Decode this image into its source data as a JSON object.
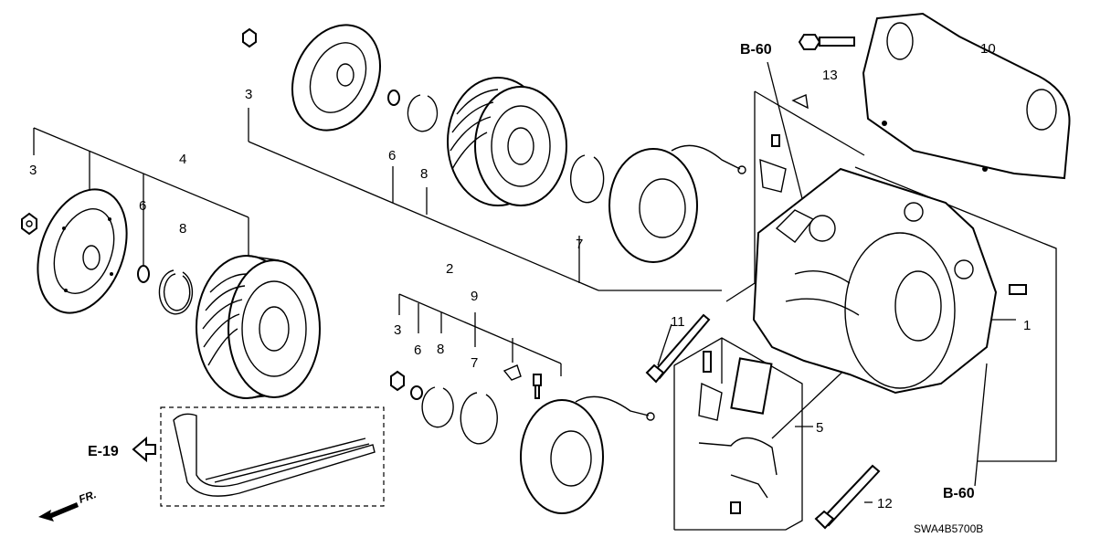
{
  "callouts": {
    "c1": "1",
    "c2": "2",
    "c3a": "3",
    "c3b": "3",
    "c3c": "3",
    "c4": "4",
    "c5": "5",
    "c6a": "6",
    "c6b": "6",
    "c6c": "6",
    "c7a": "7",
    "c7b": "7",
    "c8a": "8",
    "c8b": "8",
    "c8c": "8",
    "c9": "9",
    "c10": "10",
    "c11": "11",
    "c12": "12",
    "c13": "13"
  },
  "references": {
    "b60_top": "B-60",
    "b60_bottom": "B-60",
    "e19": "E-19"
  },
  "direction_label": "FR.",
  "diagram_code": "SWA4B5700B"
}
